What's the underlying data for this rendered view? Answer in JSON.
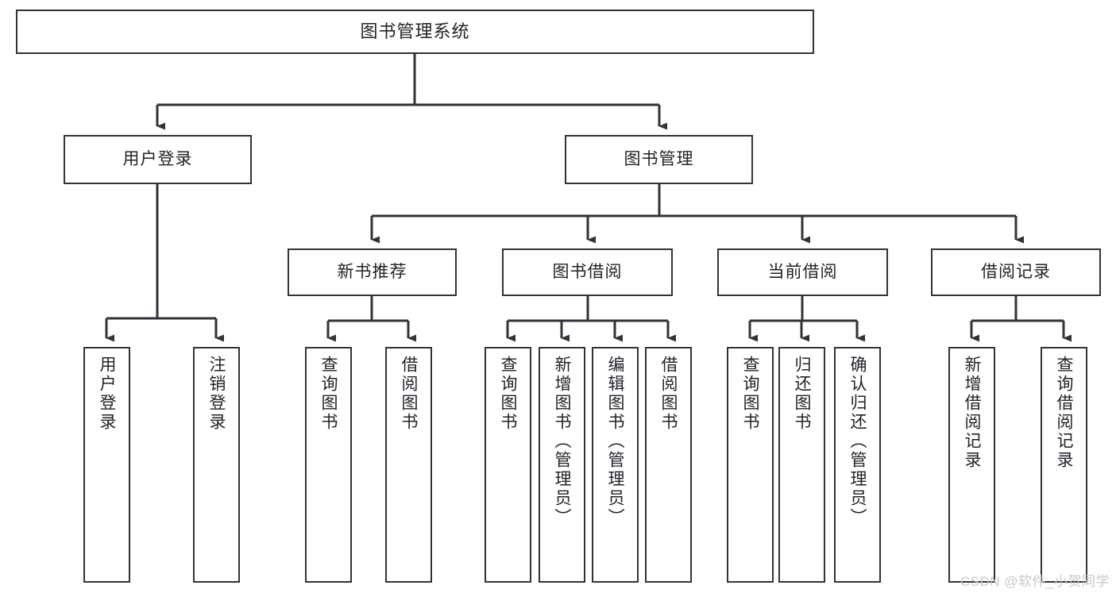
{
  "diagram": {
    "title": "图书管理系统",
    "type": "tree-hierarchy-chart",
    "watermark": "CSDN @软件_小贺同学",
    "colors": {
      "box_border": "#32323a",
      "box_fill": "#ffffff",
      "connector": "#32323a",
      "text": "#22222a",
      "watermark": "#c9c9c9",
      "background": "#ffffff"
    },
    "root": {
      "label": "图书管理系统"
    },
    "level2": [
      {
        "id": "user-login",
        "label": "用户登录"
      },
      {
        "id": "book-manage",
        "label": "图书管理"
      }
    ],
    "level3": [
      {
        "id": "new-book-recommend",
        "label": "新书推荐"
      },
      {
        "id": "book-borrow",
        "label": "图书借阅"
      },
      {
        "id": "current-borrow",
        "label": "当前借阅"
      },
      {
        "id": "borrow-record",
        "label": "借阅记录"
      }
    ],
    "leaves": {
      "user_login": [
        {
          "id": "leaf-user-login",
          "label": "用户登录"
        },
        {
          "id": "leaf-logout-login",
          "label": "注销登录"
        }
      ],
      "new_book_recommend": [
        {
          "id": "leaf-query-book-1",
          "label": "查询图书"
        },
        {
          "id": "leaf-borrow-book-1",
          "label": "借阅图书"
        }
      ],
      "book_borrow": [
        {
          "id": "leaf-query-book-2",
          "label": "查询图书"
        },
        {
          "id": "leaf-add-book-admin",
          "label": "新增图书（管理员）"
        },
        {
          "id": "leaf-edit-book-admin",
          "label": "编辑图书（管理员）"
        },
        {
          "id": "leaf-borrow-book-2",
          "label": "借阅图书"
        }
      ],
      "current_borrow": [
        {
          "id": "leaf-query-book-3",
          "label": "查询图书"
        },
        {
          "id": "leaf-return-book",
          "label": "归还图书"
        },
        {
          "id": "leaf-confirm-return-admin",
          "label": "确认归还（管理员）"
        }
      ],
      "borrow_record": [
        {
          "id": "leaf-add-borrow-record",
          "label": "新增借阅记录"
        },
        {
          "id": "leaf-query-borrow-record",
          "label": "查询借阅记录"
        }
      ]
    }
  }
}
